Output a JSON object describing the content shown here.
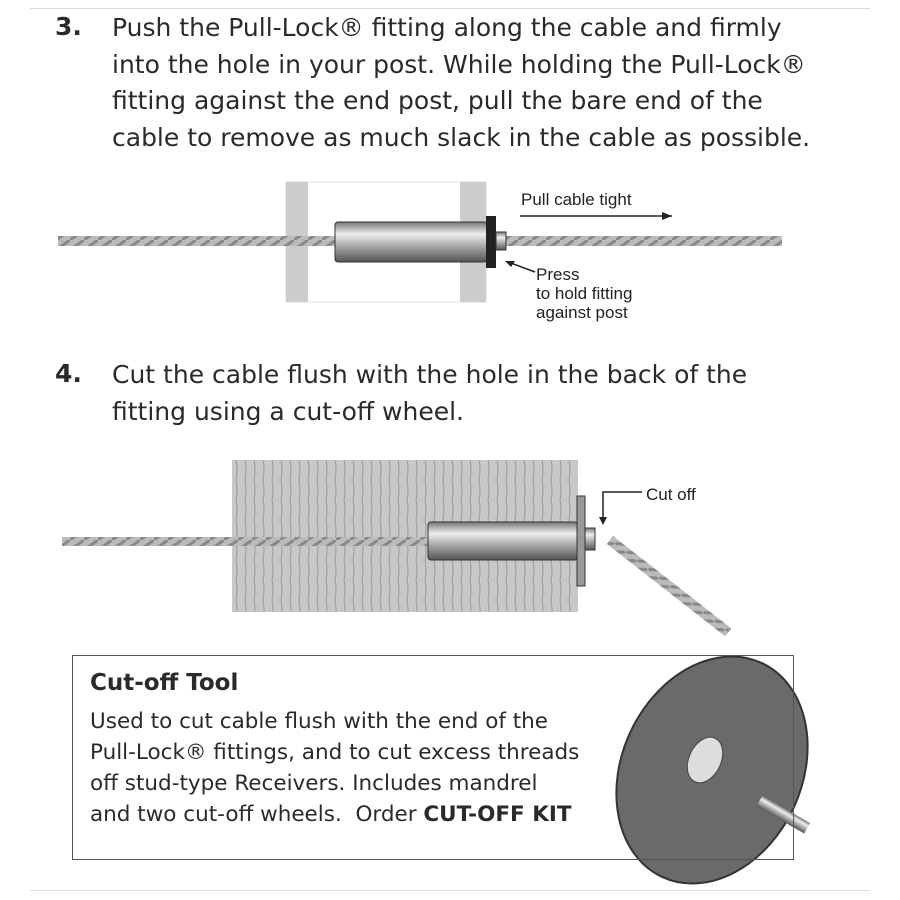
{
  "step3": {
    "number": "3.",
    "lines": [
      "Push the Pull-Lock® fitting along the cable and firmly",
      "into the hole in your post. While holding the Pull-Lock®",
      "fitting against the end post, pull the bare end of the",
      "cable to remove as much slack in the cable as possible."
    ]
  },
  "figure1": {
    "pull_label": "Pull cable tight",
    "press_lines": [
      "Press",
      "to hold fitting",
      "against post"
    ]
  },
  "step4": {
    "number": "4.",
    "lines": [
      "Cut the cable flush with the hole in the back of the",
      "fitting using a cut-off wheel."
    ]
  },
  "figure2": {
    "cut_label": "Cut off"
  },
  "tool_box": {
    "title": "Cut-off Tool",
    "lines": [
      "Used to cut cable flush with the end of the",
      "Pull-Lock® fittings, and to cut excess threads",
      "off stud-type Receivers. Includes mandrel"
    ],
    "last_line_prefix": "and two cut-off wheels.  Order ",
    "last_line_bold": "CUT-OFF KIT"
  }
}
